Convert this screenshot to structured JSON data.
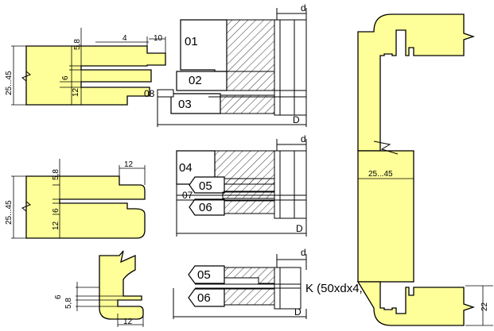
{
  "colors": {
    "wood": "#ffff99",
    "outline": "#000000",
    "background": "#ffffff"
  },
  "tools": {
    "t01": "01",
    "t02": "02",
    "t03": "03",
    "t04": "04",
    "t05a": "05",
    "t05b": "05",
    "t06a": "06",
    "t06b": "06",
    "t07": "07",
    "t08": "08"
  },
  "dims": {
    "d_label": "d",
    "D_label": "D",
    "p1_5_8": "5,8",
    "p1_4": "4",
    "p1_10": "10",
    "p1_6": "6",
    "p1_12": "12",
    "p1_range": "25...45",
    "p2_5_8": "5,8",
    "p2_12": "12",
    "p2_6": "6",
    "p2_12b": "12",
    "p2_range": "25...45",
    "p3_6": "6",
    "p3_5_8": "5,8",
    "p3_12": "12",
    "right_range": "25...45",
    "right_22": "22"
  },
  "k_label": "K (50xdx4,8)"
}
